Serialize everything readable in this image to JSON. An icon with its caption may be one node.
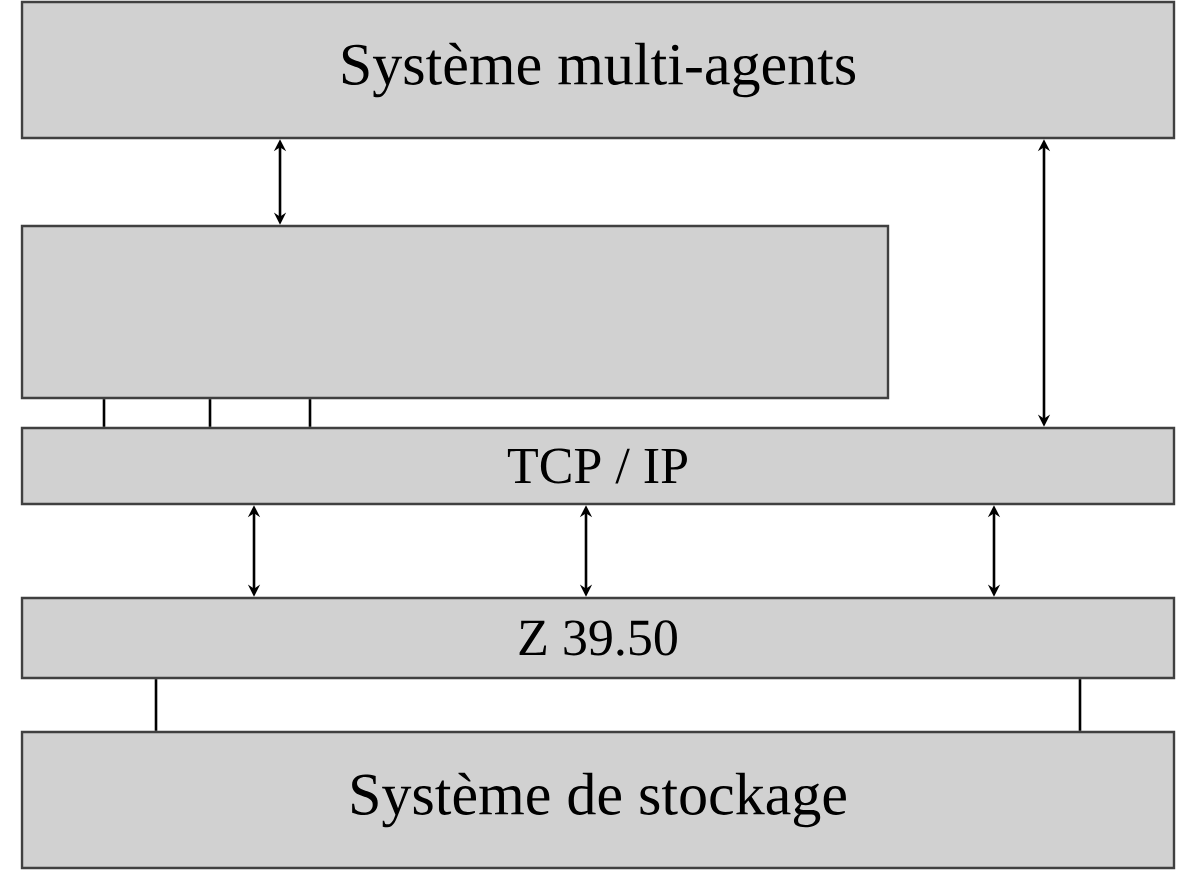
{
  "diagram": {
    "nodes": [
      {
        "text": [
          "Système multi-agents"
        ]
      },
      {
        "text": [],
        "shape": "box"
      },
      {
        "text": [
          "TCP / IP"
        ]
      },
      {
        "text": [
          "Z 39.50"
        ]
      },
      {
        "text": [
          "Système de stockage"
        ]
      }
    ],
    "edges": [
      {
        "from": 0,
        "to": 1,
        "arrow": "both"
      },
      {
        "from": 0,
        "to": 2,
        "arrow": "both"
      },
      {
        "from": 1,
        "to": 2,
        "arrow": "none"
      },
      {
        "from": 1,
        "to": 2,
        "arrow": "none"
      },
      {
        "from": 1,
        "to": 2,
        "arrow": "none"
      },
      {
        "from": 2,
        "to": 3,
        "arrow": "both"
      },
      {
        "from": 2,
        "to": 3,
        "arrow": "both"
      },
      {
        "from": 2,
        "to": 3,
        "arrow": "both"
      },
      {
        "from": 3,
        "to": 4,
        "arrow": "none"
      },
      {
        "from": 3,
        "to": 4,
        "arrow": "none"
      }
    ]
  }
}
